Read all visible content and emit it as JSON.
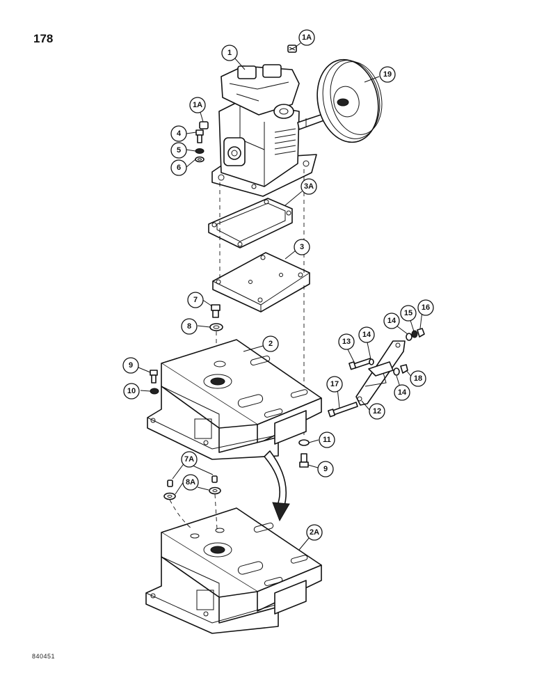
{
  "page": {
    "number": "178",
    "figure_code": "840451"
  },
  "callouts": [
    {
      "id": "c-1a-top",
      "label": "1A"
    },
    {
      "id": "c-1",
      "label": "1"
    },
    {
      "id": "c-19",
      "label": "19"
    },
    {
      "id": "c-1a-left",
      "label": "1A"
    },
    {
      "id": "c-4",
      "label": "4"
    },
    {
      "id": "c-5",
      "label": "5"
    },
    {
      "id": "c-6",
      "label": "6"
    },
    {
      "id": "c-3a",
      "label": "3A"
    },
    {
      "id": "c-3",
      "label": "3"
    },
    {
      "id": "c-7",
      "label": "7"
    },
    {
      "id": "c-8",
      "label": "8"
    },
    {
      "id": "c-2",
      "label": "2"
    },
    {
      "id": "c-9-left",
      "label": "9"
    },
    {
      "id": "c-10",
      "label": "10"
    },
    {
      "id": "c-11",
      "label": "11"
    },
    {
      "id": "c-9-right",
      "label": "9"
    },
    {
      "id": "c-13",
      "label": "13"
    },
    {
      "id": "c-14-top",
      "label": "14"
    },
    {
      "id": "c-14-upper",
      "label": "14"
    },
    {
      "id": "c-15",
      "label": "15"
    },
    {
      "id": "c-16",
      "label": "16"
    },
    {
      "id": "c-17",
      "label": "17"
    },
    {
      "id": "c-18",
      "label": "18"
    },
    {
      "id": "c-14-lower",
      "label": "14"
    },
    {
      "id": "c-12",
      "label": "12"
    },
    {
      "id": "c-7a",
      "label": "7A"
    },
    {
      "id": "c-8a",
      "label": "8A"
    },
    {
      "id": "c-2a",
      "label": "2A"
    }
  ]
}
